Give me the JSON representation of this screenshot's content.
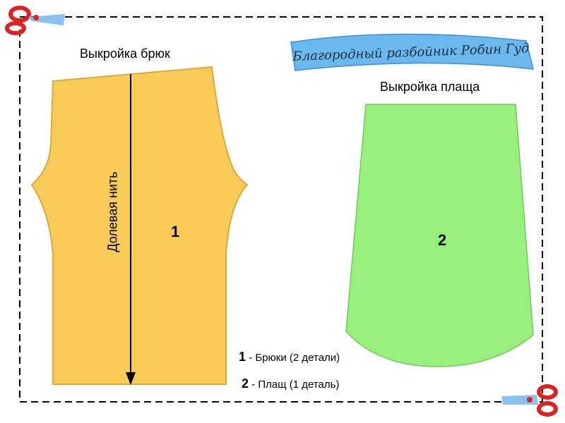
{
  "banner": {
    "text": "Благородный разбойник Робин Гуд"
  },
  "trousers": {
    "title": "Выкройка брюк",
    "grain_label": "Долевая нить",
    "number": "1",
    "color": "#F8CB58"
  },
  "cloak": {
    "title": "Выкройка плаща",
    "number": "2",
    "color": "#98F07C"
  },
  "legend": [
    {
      "num": "1",
      "sep": " - ",
      "text": "Брюки (2 детали)"
    },
    {
      "num": "2",
      "sep": " - ",
      "text": "Плащ (1 деталь)"
    }
  ],
  "icons": [
    "scissors-icon-top-left",
    "scissors-icon-bottom-right"
  ]
}
